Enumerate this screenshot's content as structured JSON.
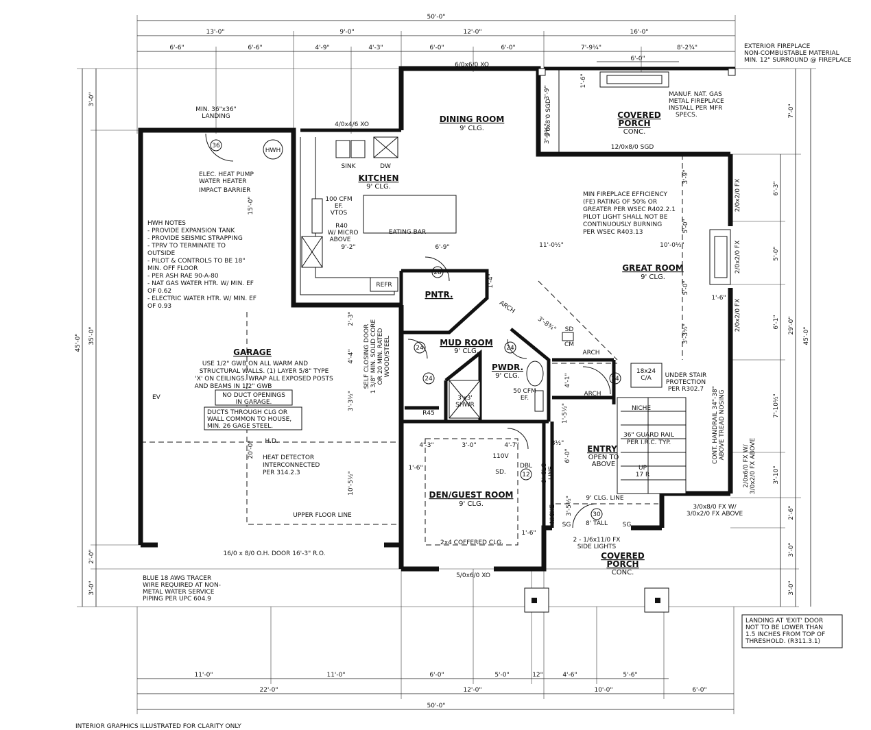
{
  "dimensions": {
    "top_overall": "50'-0\"",
    "top_row1": [
      "13'-0\"",
      "9'-0\"",
      "12'-0\"",
      "16'-0\""
    ],
    "top_row2": [
      "6'-6\"",
      "6'-6\"",
      "4'-9\"",
      "4'-3\"",
      "6'-0\"",
      "6'-0\"",
      "7'-9¼\"",
      "8'-2¾\""
    ],
    "fireplace_width": "6'-0\"",
    "left_overall": "45'-0\"",
    "left_row": [
      "3'-0\"",
      "35'-0\"",
      "2'-0\"",
      "3'-0\""
    ],
    "right_overall": "45'-0\"",
    "right_outer": [
      "7'-0\"",
      "29'-0\""
    ],
    "right_row": [
      "6'-3\"",
      "5'-0\"",
      "6'-1\"",
      "7'-10½\"",
      "3'-10\"",
      "2'-6\"",
      "3'-0\"",
      "3'-0\""
    ],
    "bottom_row1": [
      "11'-0\"",
      "11'-0\"",
      "6'-0\"",
      "5'-0\"",
      "12\"",
      "4'-6\"",
      "5'-6\""
    ],
    "bottom_row2": [
      "22'-0\"",
      "12'-0\"",
      "10'-0\"",
      "6'-0\""
    ],
    "bottom_overall": "50'-0\"",
    "interior": {
      "d_1_6": "1'-6\"",
      "d_3_9": "3'-9\"",
      "d_3_3half": "3'-3½\"",
      "d_3_9_b": "3'-9\"",
      "d_15_0": "15'-0\"",
      "d_9_2": "9'-2\"",
      "d_6_9": "6'-9\"",
      "d_11_0half": "11'-0½\"",
      "d_10_0half": "10'-0½\"",
      "d_1_4": "1'-4\"",
      "d_3_83": "3'-8¾\"",
      "d_2_3": "2'-3\"",
      "d_4_4": "4'-4\"",
      "d_3_3half_b": "3'-3½\"",
      "d_3_9_gr": "3'-9\"",
      "d_5_0a": "5'-0\"",
      "d_5_0b": "5'-0\"",
      "d_3_3half_gr": "3'-3½\"",
      "d_1_6_gr": "1'-6\"",
      "d_4_1": "4'-1\"",
      "d_1_5half": "1'-5½\"",
      "d_6_0": "6'-0\"",
      "d_8half": "8½\"",
      "d_20_0": "20'-0\"",
      "d_10_5half": "10'-5½\"",
      "d_4_3": "4'-3\"",
      "d_3_0": "3'-0\"",
      "d_4_7": "4'-7\"",
      "d_1_6_den": "1'-6\"",
      "d_1_6_den2": "1'-6\"",
      "d_3_5half": "3'-5½\""
    }
  },
  "rooms": {
    "dining": {
      "name": "DINING ROOM",
      "clg": "9' CLG."
    },
    "kitchen": {
      "name": "KITCHEN",
      "clg": "9' CLG."
    },
    "covered_porch_top": {
      "name": "COVERED\nPORCH",
      "line1": "COVERED",
      "line2": "PORCH",
      "sub": "CONC."
    },
    "great_room": {
      "name": "GREAT ROOM",
      "clg": "9' CLG."
    },
    "garage": {
      "name": "GARAGE"
    },
    "pantry": {
      "name": "PNTR."
    },
    "mud_room": {
      "name": "MUD ROOM",
      "clg": "9' CLG."
    },
    "powder": {
      "name": "PWDR.",
      "clg": "9' CLG."
    },
    "entry": {
      "name": "ENTRY",
      "sub1": "OPEN TO",
      "sub2": "ABOVE"
    },
    "den": {
      "name": "DEN/GUEST ROOM",
      "clg": "9' CLG."
    },
    "covered_porch_bottom": {
      "line1": "COVERED",
      "line2": "PORCH",
      "sub": "CONC."
    }
  },
  "labels": {
    "window_dining": "6/0x6/0 XO",
    "window_kitchen": "4/0x4/6 XO",
    "sgd_porch": "12/0x8/0 SGD",
    "sgd_side_a": "5'0x8'0 SGD",
    "landing_1": "MIN. 36\"x36\"",
    "landing_2": "LANDING",
    "hwh": "HWH",
    "elec_hp_1": "ELEC. HEAT PUMP",
    "elec_hp_2": "WATER HEATER",
    "impact": "IMPACT BARRIER",
    "sink": "SINK",
    "dw": "DW",
    "cfm_1": "100 CFM",
    "cfm_2": "EF.",
    "cfm_3": "VTOS",
    "r40_1": "R40",
    "r40_2": "W/ MICRO",
    "r40_3": "ABOVE",
    "eating_bar": "EATING BAR",
    "refr": "REFR",
    "arch_1": "ARCH",
    "arch_2": "ARCH",
    "arch_3": "ARCH",
    "sd_1": "SD",
    "sd_2": "CM",
    "fireplace_note": [
      "MANUF. NAT. GAS",
      "METAL FIREPLACE",
      "INSTALL PER MFR",
      "SPECS."
    ],
    "efficiency_note": [
      "MIN FIREPLACE EFFICIENCY",
      "(FE) RATING OF 50% OR",
      "GREATER PER WSEC R402.2.1",
      "PILOT LIGHT SHALL NOT BE",
      "CONTINUOUSLY BURNING",
      "PER WSEC R403.13"
    ],
    "ext_fireplace": [
      "EXTERIOR FIREPLACE",
      "NON-COMBUSTABLE MATERIAL",
      "MIN. 12\" SURROUND @ FIREPLACE"
    ],
    "fx_1": "2/0x2/0 FX",
    "fx_2": "2/0x2/0 FX",
    "fx_3": "2/0x2/0 FX",
    "hwh_notes": [
      "HWH NOTES",
      "- PROVIDE EXPANSION TANK",
      "- PROVIDE SEISMIC STRAPPING",
      "- TPRV TO TERMINATE TO",
      "  OUTSIDE",
      "- PILOT & CONTROLS TO BE 18\"",
      "  MIN. OFF FLOOR",
      "- PER ASH RAE 90-A-80",
      "- NAT GAS WATER HTR. W/ MIN. EF",
      "  OF 0.62",
      "- ELECTRIC WATER HTR. W/ MIN. EF",
      "  OF 0.93"
    ],
    "garage_note": [
      "USE 1/2\" GWB ON ALL WARM AND",
      "STRUCTURAL WALLS. (1) LAYER 5/8\" TYPE",
      "'X' ON CEILINGS. WRAP ALL EXPOSED POSTS",
      "AND BEAMS IN 1/2\" GWB"
    ],
    "no_duct": [
      "NO DUCT OPENINGS",
      "IN GARAGE."
    ],
    "ducts_through": [
      "DUCTS THROUGH CLG OR",
      "WALL COMMON TO HOUSE,",
      "MIN. 26 GAGE STEEL."
    ],
    "ev": "EV",
    "hd": "H.D.",
    "heat_detector": [
      "HEAT DETECTOR",
      "INTERCONNECTED",
      "PER 314.2.3"
    ],
    "upper_floor": "UPPER FLOOR LINE",
    "garage_door": "16/0 x 8/0 O.H. DOOR 16'-3\" R.O.",
    "self_closing": [
      "SELF CLOSING DOOR",
      "1 3/8\" MIN. SOLID CORE",
      "OR 20 MIN. RATED",
      "WOOD/STEEL"
    ],
    "r45": "R45",
    "shwr_1": "3'x3'",
    "shwr_2": "SHWR",
    "cfm50_1": "50 CFM",
    "cfm50_2": "EF.",
    "tag_36": "36",
    "tag_28": "28",
    "tag_24a": "24",
    "tag_24b": "24",
    "tag_24c": "24",
    "tag_24d": "24",
    "tag_12": "12",
    "tag_30": "30",
    "closet": [
      "18x24",
      "C/A"
    ],
    "under_stair": [
      "UNDER STAIR",
      "PROTECTION",
      "PER R302.7"
    ],
    "niche": "NICHE",
    "guard_rail": [
      "36\" GUARD RAIL",
      "PER I.R.C. TYP."
    ],
    "handrail": [
      "CONT. HANDRAIL 34\"-38\"",
      "ABOVE TREAD NOSING"
    ],
    "up": "UP",
    "risers": "17 R",
    "fx_upper": [
      "2/0x6/0 FX W/",
      "3/0x2/0 FX ABOVE"
    ],
    "fx_entry": [
      "3/0x8/0 FX W/",
      "3/0x2/0 FX ABOVE"
    ],
    "v110_1": "110V",
    "v110_2": "SD.",
    "dbl": "DBL",
    "clg_line": [
      "9' CLG",
      "LINE"
    ],
    "clg_line2": "9' CLG. LINE",
    "niche2": "NICHE",
    "sg_1": "SG",
    "sg_2": "SG",
    "eight_tall": "8' TALL",
    "sidelights": [
      "2 - 1/6x11/0 FX",
      "SIDE LIGHTS"
    ],
    "coffered": "2x4 COFFERED CLG.",
    "window_den": "5/0x6/0 XO",
    "blue_tracer": [
      "BLUE 18 AWG TRACER",
      "WIRE REQUIRED AT NON-",
      "METAL WATER SERVICE",
      "PIPING PER UPC 604.9"
    ],
    "landing_exit": [
      "LANDING AT 'EXIT' DOOR",
      "NOT TO BE LOWER THAN",
      "1.5 INCHES FROM TOP OF",
      "THRESHOLD. (R311.3.1)"
    ],
    "footer": "INTERIOR GRAPHICS ILLUSTRATED FOR CLARITY ONLY"
  }
}
